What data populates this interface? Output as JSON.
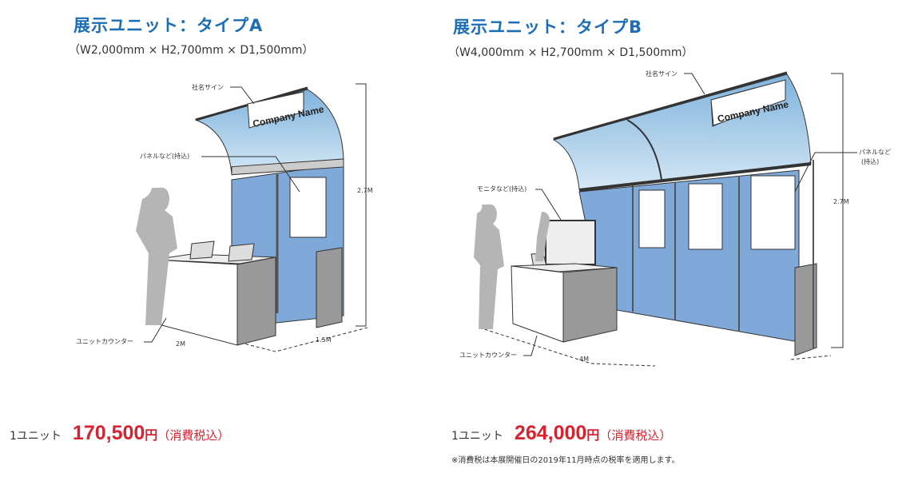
{
  "type_a": {
    "title": "展示ユニット：タイプA",
    "dimensions": "（W2,000mm × H2,700mm × D1,500mm）",
    "labels": {
      "sign": "社名サイン",
      "company": "Company Name",
      "panel": "パネルなど(持込)",
      "counter": "ユニットカウンター",
      "width": "2M",
      "depth": "1.5M",
      "height": "2.7M"
    },
    "price": {
      "unit": "1ユニット",
      "amount": "170,500",
      "yen": "円",
      "tax": "（消費税込）"
    }
  },
  "type_b": {
    "title": "展示ユニット：タイプB",
    "dimensions": "（W4,000mm × H2,700mm × D1,500mm）",
    "labels": {
      "sign": "社名サイン",
      "company": "Company Name",
      "panel_1": "パネルなど",
      "panel_2": "(持込)",
      "monitor": "モニタなど(持込)",
      "counter": "ユニットカウンター",
      "width": "4M",
      "height": "2.7M"
    },
    "price": {
      "unit": "1ユニット",
      "amount": "264,000",
      "yen": "円",
      "tax": "（消費税込）"
    }
  },
  "note": "※消費税は本展開催日の2019年11月時点の税率を適用します。",
  "colors": {
    "title": "#1b6db5",
    "price": "#d8222f",
    "panel": "#7fa9d9"
  }
}
